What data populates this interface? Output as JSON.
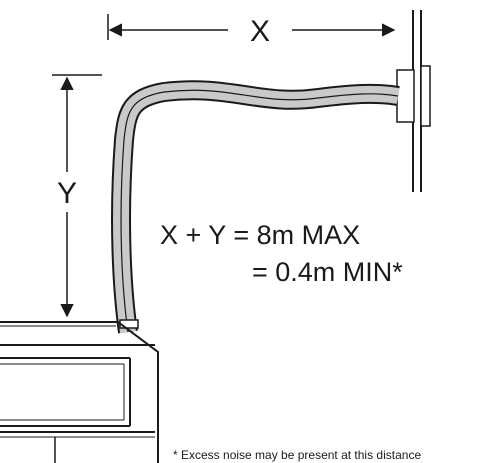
{
  "labels": {
    "x": "X",
    "y": "Y",
    "formula_max": "X + Y = 8m MAX",
    "formula_min": "= 0.4m MIN*",
    "footnote": "* Excess noise may be present at this distance"
  }
}
